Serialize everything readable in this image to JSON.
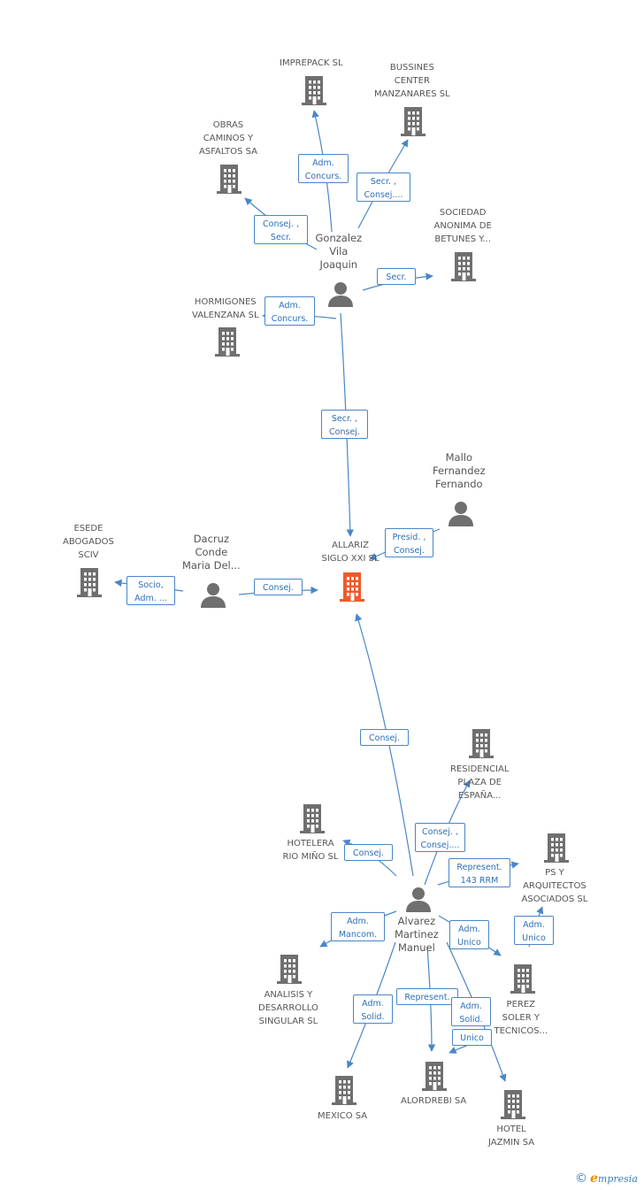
{
  "nodes": {
    "imprepack": {
      "type": "company",
      "lines": [
        "IMPREPACK SL"
      ]
    },
    "bussines": {
      "type": "company",
      "lines": [
        "BUSSINES",
        "CENTER",
        "MANZANARES SL"
      ]
    },
    "obras": {
      "type": "company",
      "lines": [
        "OBRAS",
        "CAMINOS Y",
        "ASFALTOS SA"
      ]
    },
    "sociedad": {
      "type": "company",
      "lines": [
        "SOCIEDAD",
        "ANONIMA DE",
        "BETUNES Y..."
      ]
    },
    "hormigones": {
      "type": "company",
      "lines": [
        "HORMIGONES",
        "VALENZANA SL"
      ]
    },
    "gonzalez": {
      "type": "person",
      "lines": [
        "Gonzalez",
        "Vila",
        "Joaquin"
      ]
    },
    "mallo": {
      "type": "person",
      "lines": [
        "Mallo",
        "Fernandez",
        "Fernando"
      ]
    },
    "esede": {
      "type": "company",
      "lines": [
        "ESEDE",
        "ABOGADOS",
        "SCIV"
      ]
    },
    "dacruz": {
      "type": "person",
      "lines": [
        "Dacruz",
        "Conde",
        "Maria Del..."
      ]
    },
    "allariz": {
      "type": "company-main",
      "lines": [
        "ALLARIZ",
        "SIGLO XXI SL"
      ]
    },
    "residencial": {
      "type": "company",
      "lines": [
        "RESIDENCIAL",
        "PLAZA DE",
        "ESPAÑA..."
      ]
    },
    "hotelera": {
      "type": "company",
      "lines": [
        "HOTELERA",
        "RIO MIÑO SL"
      ]
    },
    "psy": {
      "type": "company",
      "lines": [
        "PS Y",
        "ARQUITECTOS",
        "ASOCIADOS SL"
      ]
    },
    "alvarez": {
      "type": "person",
      "lines": [
        "Alvarez",
        "Martinez",
        "Manuel"
      ]
    },
    "analisis": {
      "type": "company",
      "lines": [
        "ANALISIS Y",
        "DESARROLLO",
        "SINGULAR SL"
      ]
    },
    "perez": {
      "type": "company",
      "lines": [
        "PEREZ",
        "SOLER Y",
        "TECNICOS..."
      ]
    },
    "mexico": {
      "type": "company",
      "lines": [
        "MEXICO SA"
      ]
    },
    "alordrebi": {
      "type": "company",
      "lines": [
        "ALORDREBI SA"
      ]
    },
    "jazmin": {
      "type": "company",
      "lines": [
        "HOTEL",
        "JAZMIN SA"
      ]
    }
  },
  "edges": [
    {
      "lines": [
        "Adm.",
        "Concurs."
      ]
    },
    {
      "lines": [
        "Secr. ,",
        "Consej...."
      ]
    },
    {
      "lines": [
        "Consej. ,",
        "Secr."
      ]
    },
    {
      "lines": [
        "Secr."
      ]
    },
    {
      "lines": [
        "Adm.",
        "Concurs."
      ]
    },
    {
      "lines": [
        "Secr. ,",
        "Consej."
      ]
    },
    {
      "lines": [
        "Presid. ,",
        "Consej."
      ]
    },
    {
      "lines": [
        "Socio,",
        "Adm. ..."
      ]
    },
    {
      "lines": [
        "Consej."
      ]
    },
    {
      "lines": [
        "Consej."
      ]
    },
    {
      "lines": [
        "Consej. ,",
        "Consej...."
      ]
    },
    {
      "lines": [
        "Consej."
      ]
    },
    {
      "lines": [
        "Represent.",
        "143 RRM"
      ]
    },
    {
      "lines": [
        "Adm.",
        "Mancom."
      ]
    },
    {
      "lines": [
        "Adm.",
        "Unico"
      ]
    },
    {
      "lines": [
        "Adm.",
        "Unico"
      ]
    },
    {
      "lines": [
        "Adm.",
        "Solid."
      ]
    },
    {
      "lines": [
        "Represent."
      ]
    },
    {
      "lines": [
        "Adm.",
        "Solid."
      ]
    },
    {
      "lines": [
        "Unico"
      ]
    }
  ],
  "colors": {
    "edge": "#4a86c8",
    "icon": "#6f6f6f",
    "main_icon": "#f0592a",
    "label_text": "#2d6fb8"
  },
  "footer": {
    "copyright": "©",
    "brand_initial": "e",
    "brand_rest": "mpresia"
  }
}
